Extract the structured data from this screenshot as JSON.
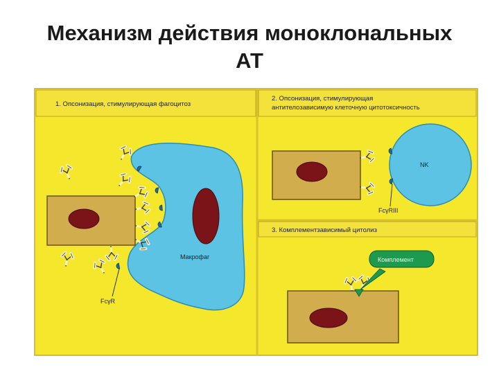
{
  "slide": {
    "title_line1": "Механизм действия моноклональных",
    "title_line2": "АТ"
  },
  "diagram": {
    "panel1_title": "1. Опсонизация, стимулирующая фагоцитоз",
    "panel2_title_line1": "2. Опсонизация, стимулирующая",
    "panel2_title_line2": "антителозависимую клеточную цитотоксичность",
    "panel3_title": "3. Комплементзависимый цитолиз",
    "macrophage_label": "Макрофаг",
    "fcgr_label": "FcγR",
    "nk_label": "NK",
    "fcgriii_label": "FcγRIII",
    "complement_label": "Комплемент"
  },
  "colors": {
    "background_yellow": "#f5e82c",
    "title_bar_yellow": "#f2e23a",
    "target_cell": "#d2ad4e",
    "nucleus": "#7a1418",
    "macrophage": "#5cc3e4",
    "complement_bubble": "#1e9a4e"
  }
}
